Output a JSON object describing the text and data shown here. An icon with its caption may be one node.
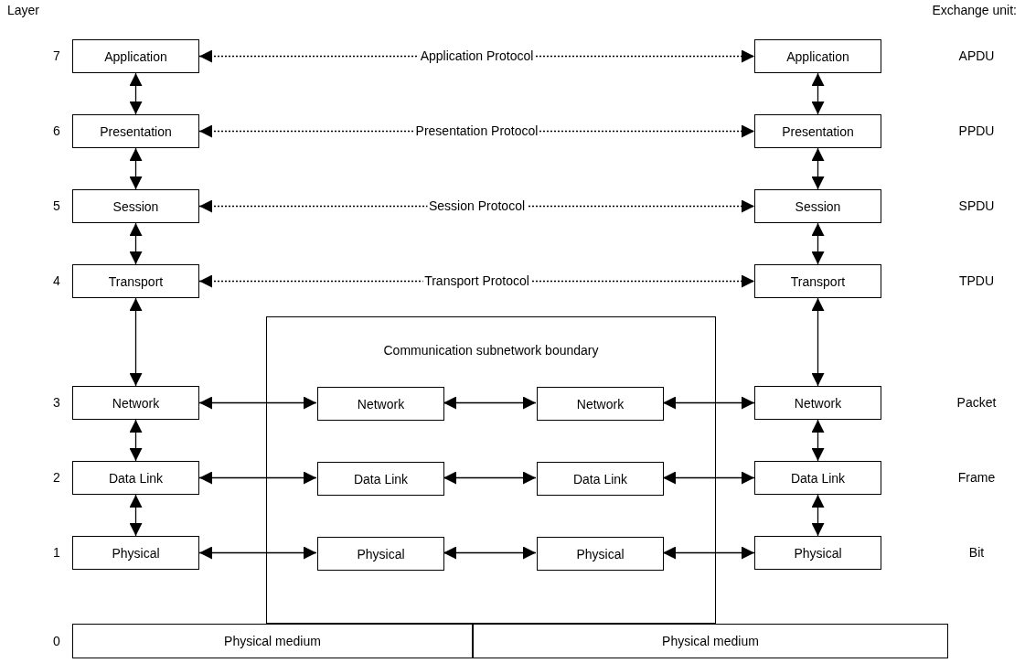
{
  "diagram": {
    "nodes": [
      {
        "text": [
          "Application"
        ]
      },
      {
        "text": [
          "Presentation"
        ]
      },
      {
        "text": [
          "Session"
        ]
      },
      {
        "text": [
          "Transport"
        ]
      },
      {
        "text": [
          "Network"
        ]
      },
      {
        "text": [
          "Data Link"
        ]
      },
      {
        "text": [
          "Physical"
        ]
      },
      {
        "text": [
          "Communication subnetwork boundary"
        ]
      },
      {
        "text": [
          "Network"
        ],
        "in": 7
      },
      {
        "text": [
          "Network"
        ],
        "in": 7
      },
      {
        "text": [
          "Data Link"
        ],
        "in": 7
      },
      {
        "text": [
          "Data Link"
        ],
        "in": 7
      },
      {
        "text": [
          "Physical"
        ],
        "in": 7
      },
      {
        "text": [
          "Physical"
        ],
        "in": 7
      },
      {
        "text": [
          "Application"
        ]
      },
      {
        "text": [
          "Presentation"
        ]
      },
      {
        "text": [
          "Session"
        ]
      },
      {
        "text": [
          "Transport"
        ]
      },
      {
        "text": [
          "Network"
        ]
      },
      {
        "text": [
          "Data Link"
        ]
      },
      {
        "text": [
          "Physical"
        ]
      },
      {
        "text": [
          "Physical medium"
        ]
      },
      {
        "text": [
          "Physical medium"
        ]
      }
    ],
    "edges": [
      {
        "from": 0,
        "to": 1,
        "arrow": "both"
      },
      {
        "from": 1,
        "to": 2,
        "arrow": "both"
      },
      {
        "from": 2,
        "to": 3,
        "arrow": "both"
      },
      {
        "from": 3,
        "to": 4,
        "arrow": "both"
      },
      {
        "from": 4,
        "to": 5,
        "arrow": "both"
      },
      {
        "from": 5,
        "to": 6,
        "arrow": "both"
      },
      {
        "from": 14,
        "to": 15,
        "arrow": "both"
      },
      {
        "from": 15,
        "to": 16,
        "arrow": "both"
      },
      {
        "from": 16,
        "to": 17,
        "arrow": "both"
      },
      {
        "from": 17,
        "to": 18,
        "arrow": "both"
      },
      {
        "from": 18,
        "to": 19,
        "arrow": "both"
      },
      {
        "from": 19,
        "to": 20,
        "arrow": "both"
      },
      {
        "from": 0,
        "to": 14,
        "arrow": "both",
        "label": "Application Protocol",
        "style": "dashed"
      },
      {
        "from": 1,
        "to": 15,
        "arrow": "both",
        "label": "Presentation Protocol",
        "style": "dashed"
      },
      {
        "from": 2,
        "to": 16,
        "arrow": "both",
        "label": "Session Protocol",
        "style": "dashed"
      },
      {
        "from": 3,
        "to": 17,
        "arrow": "both",
        "label": "Transport Protocol",
        "style": "dashed"
      },
      {
        "from": 4,
        "to": 8,
        "arrow": "both"
      },
      {
        "from": 8,
        "to": 9,
        "arrow": "both"
      },
      {
        "from": 9,
        "to": 18,
        "arrow": "both"
      },
      {
        "from": 5,
        "to": 10,
        "arrow": "both"
      },
      {
        "from": 10,
        "to": 11,
        "arrow": "both"
      },
      {
        "from": 11,
        "to": 19,
        "arrow": "both"
      },
      {
        "from": 6,
        "to": 12,
        "arrow": "both"
      },
      {
        "from": 12,
        "to": 13,
        "arrow": "both"
      },
      {
        "from": 13,
        "to": 20,
        "arrow": "both"
      }
    ],
    "labels": [
      "Layer",
      "Exchange unit:",
      "7",
      "APDU",
      "6",
      "PPDU",
      "5",
      "SPDU",
      "4",
      "TPDU",
      "3",
      "Packet",
      "2",
      "Frame",
      "1",
      "Bit",
      "0"
    ]
  }
}
